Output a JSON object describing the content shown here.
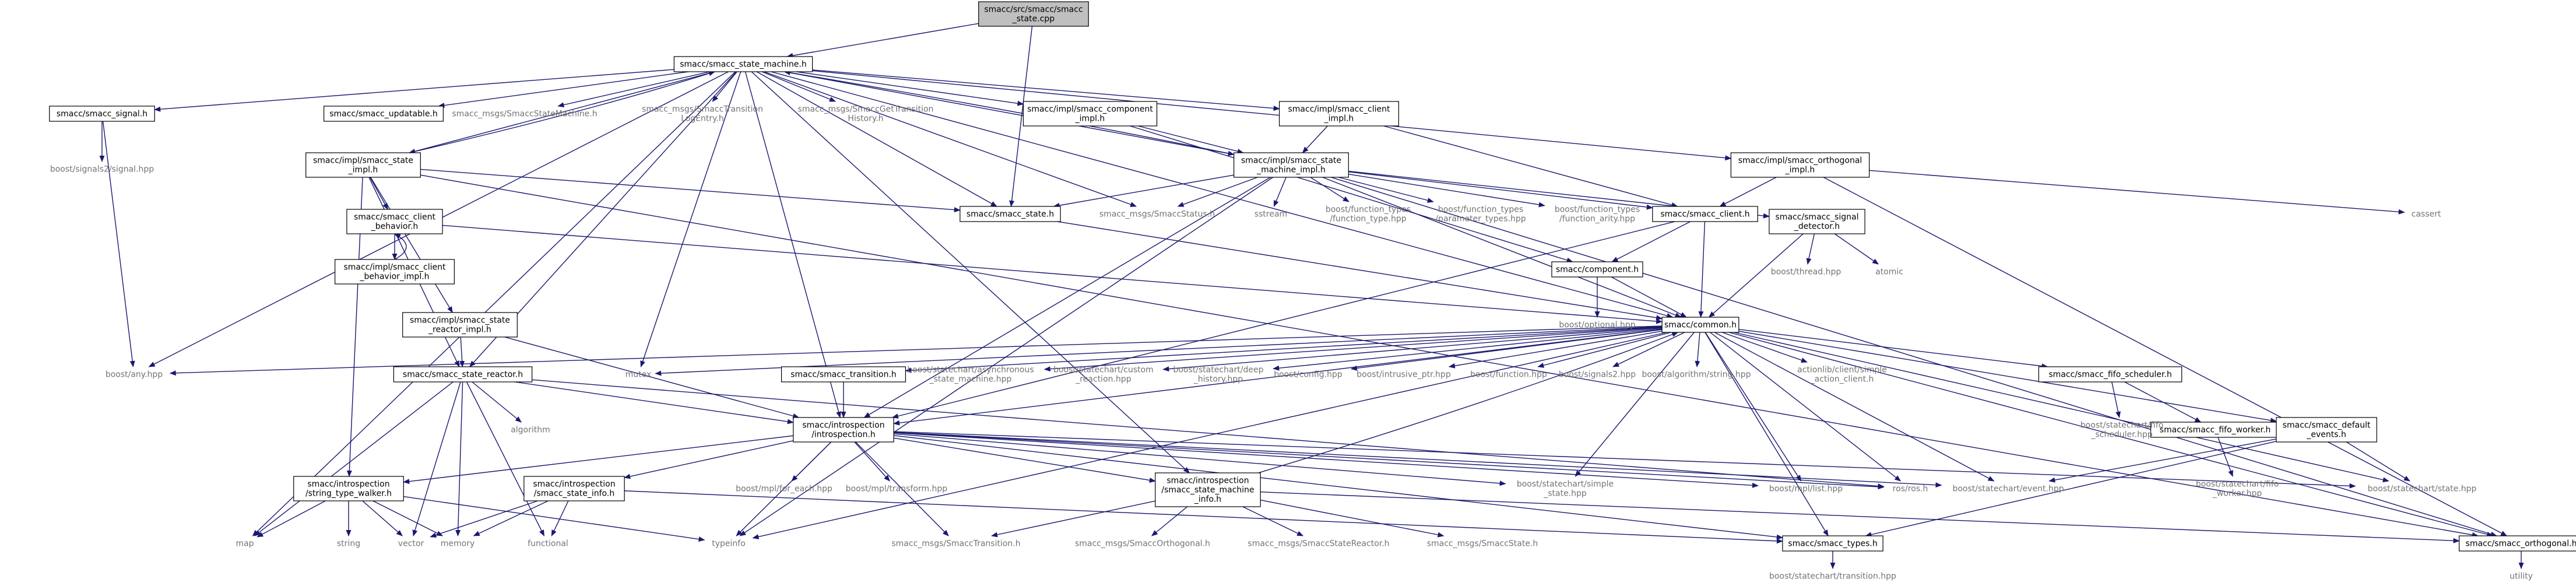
{
  "colors": {
    "edge": "#191970",
    "box_border": "#000000",
    "focus_fill": "#bfbfbf",
    "missing_text": "#737373"
  },
  "nodes": {
    "root": {
      "lines": [
        "smacc/src/smacc/smacc",
        "_state.cpp"
      ],
      "kind": "focus"
    },
    "state_machine_h": {
      "lines": [
        "smacc/smacc_state_machine.h"
      ],
      "kind": "file"
    },
    "smacc_signal_h": {
      "lines": [
        "smacc/smacc_signal.h"
      ],
      "kind": "file"
    },
    "smacc_updatable_h": {
      "lines": [
        "smacc/smacc_updatable.h"
      ],
      "kind": "file"
    },
    "msg_statemachine": {
      "lines": [
        "smacc_msgs/SmaccStateMachine.h"
      ],
      "kind": "missing"
    },
    "msg_translog": {
      "lines": [
        "smacc_msgs/SmaccTransition",
        "LogEntry.h"
      ],
      "kind": "missing"
    },
    "msg_gettrans": {
      "lines": [
        "smacc_msgs/SmaccGetTransition",
        "History.h"
      ],
      "kind": "missing"
    },
    "impl_component": {
      "lines": [
        "smacc/impl/smacc_component",
        "_impl.h"
      ],
      "kind": "file"
    },
    "impl_client": {
      "lines": [
        "smacc/impl/smacc_client",
        "_impl.h"
      ],
      "kind": "file"
    },
    "impl_orthogonal": {
      "lines": [
        "smacc/impl/smacc_orthogonal",
        "_impl.h"
      ],
      "kind": "file"
    },
    "cassert": {
      "lines": [
        "cassert"
      ],
      "kind": "missing"
    },
    "signals2_signal": {
      "lines": [
        "boost/signals2/signal.hpp"
      ],
      "kind": "missing"
    },
    "impl_state": {
      "lines": [
        "smacc/impl/smacc_state",
        "_impl.h"
      ],
      "kind": "file"
    },
    "impl_sm": {
      "lines": [
        "smacc/impl/smacc_state",
        "_machine_impl.h"
      ],
      "kind": "file"
    },
    "client_behavior_h": {
      "lines": [
        "smacc/smacc_client",
        "_behavior.h"
      ],
      "kind": "file"
    },
    "smacc_state_h": {
      "lines": [
        "smacc/smacc_state.h"
      ],
      "kind": "file"
    },
    "msg_status": {
      "lines": [
        "smacc_msgs/SmaccStatus.h"
      ],
      "kind": "missing"
    },
    "sstream": {
      "lines": [
        "sstream"
      ],
      "kind": "missing"
    },
    "ft_function_type": {
      "lines": [
        "boost/function_types",
        "/function_type.hpp"
      ],
      "kind": "missing"
    },
    "ft_param_types": {
      "lines": [
        "boost/function_types",
        "/parameter_types.hpp"
      ],
      "kind": "missing"
    },
    "ft_arity": {
      "lines": [
        "boost/function_types",
        "/function_arity.hpp"
      ],
      "kind": "missing"
    },
    "smacc_client_h": {
      "lines": [
        "smacc/smacc_client.h"
      ],
      "kind": "file"
    },
    "signal_detector_h": {
      "lines": [
        "smacc/smacc_signal",
        "_detector.h"
      ],
      "kind": "file"
    },
    "impl_cb": {
      "lines": [
        "smacc/impl/smacc_client",
        "_behavior_impl.h"
      ],
      "kind": "file"
    },
    "component_h": {
      "lines": [
        "smacc/component.h"
      ],
      "kind": "file"
    },
    "thread_hpp": {
      "lines": [
        "boost/thread.hpp"
      ],
      "kind": "missing"
    },
    "atomic": {
      "lines": [
        "atomic"
      ],
      "kind": "missing"
    },
    "impl_reactor": {
      "lines": [
        "smacc/impl/smacc_state",
        "_reactor_impl.h"
      ],
      "kind": "file"
    },
    "optional_hpp": {
      "lines": [
        "boost/optional.hpp"
      ],
      "kind": "missing"
    },
    "common_h": {
      "lines": [
        "smacc/common.h"
      ],
      "kind": "file"
    },
    "any_hpp": {
      "lines": [
        "boost/any.hpp"
      ],
      "kind": "missing"
    },
    "reactor_h": {
      "lines": [
        "smacc/smacc_state_reactor.h"
      ],
      "kind": "file"
    },
    "mutex": {
      "lines": [
        "mutex"
      ],
      "kind": "missing"
    },
    "transition_h": {
      "lines": [
        "smacc/smacc_transition.h"
      ],
      "kind": "file"
    },
    "async_sm": {
      "lines": [
        "boost/statechart/asynchronous",
        "_state_machine.hpp"
      ],
      "kind": "missing"
    },
    "custom_reaction": {
      "lines": [
        "boost/statechart/custom",
        "_reaction.hpp"
      ],
      "kind": "missing"
    },
    "deep_history": {
      "lines": [
        "boost/statechart/deep",
        "_history.hpp"
      ],
      "kind": "missing"
    },
    "config_hpp": {
      "lines": [
        "boost/config.hpp"
      ],
      "kind": "missing"
    },
    "intrusive_ptr": {
      "lines": [
        "boost/intrusive_ptr.hpp"
      ],
      "kind": "missing"
    },
    "function_hpp": {
      "lines": [
        "boost/function.hpp"
      ],
      "kind": "missing"
    },
    "signals2_hpp": {
      "lines": [
        "boost/signals2.hpp"
      ],
      "kind": "missing"
    },
    "algorithm_string": {
      "lines": [
        "boost/algorithm/string.hpp"
      ],
      "kind": "missing"
    },
    "simple_action_client": {
      "lines": [
        "actionlib/client/simple",
        "_action_client.h"
      ],
      "kind": "missing"
    },
    "fifo_scheduler_h": {
      "lines": [
        "smacc/smacc_fifo_scheduler.h"
      ],
      "kind": "file"
    },
    "algorithm": {
      "lines": [
        "algorithm"
      ],
      "kind": "missing"
    },
    "introspection_h": {
      "lines": [
        "smacc/introspection",
        "/introspection.h"
      ],
      "kind": "file"
    },
    "fifo_worker_h": {
      "lines": [
        "smacc/smacc_fifo_worker.h"
      ],
      "kind": "file"
    },
    "default_events_h": {
      "lines": [
        "smacc/smacc_default",
        "_events.h"
      ],
      "kind": "file"
    },
    "sc_fifo_scheduler": {
      "lines": [
        "boost/statechart/fifo",
        "_scheduler.hpp"
      ],
      "kind": "missing"
    },
    "string_type_walker": {
      "lines": [
        "smacc/introspection",
        "/string_type_walker.h"
      ],
      "kind": "file"
    },
    "state_info_h": {
      "lines": [
        "smacc/introspection",
        "/smacc_state_info.h"
      ],
      "kind": "file"
    },
    "mpl_for_each": {
      "lines": [
        "boost/mpl/for_each.hpp"
      ],
      "kind": "missing"
    },
    "mpl_transform": {
      "lines": [
        "boost/mpl/transform.hpp"
      ],
      "kind": "missing"
    },
    "sm_info_h": {
      "lines": [
        "smacc/introspection",
        "/smacc_state_machine",
        "_info.h"
      ],
      "kind": "file"
    },
    "simple_state": {
      "lines": [
        "boost/statechart/simple",
        "_state.hpp"
      ],
      "kind": "missing"
    },
    "mpl_list": {
      "lines": [
        "boost/mpl/list.hpp"
      ],
      "kind": "missing"
    },
    "ros_h": {
      "lines": [
        "ros/ros.h"
      ],
      "kind": "missing"
    },
    "event_hpp": {
      "lines": [
        "boost/statechart/event.hpp"
      ],
      "kind": "missing"
    },
    "sc_fifo_worker": {
      "lines": [
        "boost/statechart/fifo",
        "_worker.hpp"
      ],
      "kind": "missing"
    },
    "state_hpp": {
      "lines": [
        "boost/statechart/state.hpp"
      ],
      "kind": "missing"
    },
    "map": {
      "lines": [
        "map"
      ],
      "kind": "missing"
    },
    "string": {
      "lines": [
        "string"
      ],
      "kind": "missing"
    },
    "vector": {
      "lines": [
        "vector"
      ],
      "kind": "missing"
    },
    "memory": {
      "lines": [
        "memory"
      ],
      "kind": "missing"
    },
    "functional": {
      "lines": [
        "functional"
      ],
      "kind": "missing"
    },
    "typeinfo": {
      "lines": [
        "typeinfo"
      ],
      "kind": "missing"
    },
    "msg_transition": {
      "lines": [
        "smacc_msgs/SmaccTransition.h"
      ],
      "kind": "missing"
    },
    "msg_orthogonal": {
      "lines": [
        "smacc_msgs/SmaccOrthogonal.h"
      ],
      "kind": "missing"
    },
    "msg_reactor": {
      "lines": [
        "smacc_msgs/SmaccStateReactor.h"
      ],
      "kind": "missing"
    },
    "msg_state": {
      "lines": [
        "smacc_msgs/SmaccState.h"
      ],
      "kind": "missing"
    },
    "types_h": {
      "lines": [
        "smacc/smacc_types.h"
      ],
      "kind": "file"
    },
    "orthogonal_h": {
      "lines": [
        "smacc/smacc_orthogonal.h"
      ],
      "kind": "file"
    },
    "transition_hpp": {
      "lines": [
        "boost/statechart/transition.hpp"
      ],
      "kind": "missing"
    },
    "utility": {
      "lines": [
        "utility"
      ],
      "kind": "missing"
    }
  },
  "edges": [
    [
      "root",
      "state_machine_h"
    ],
    [
      "root",
      "smacc_state_h"
    ],
    [
      "state_machine_h",
      "smacc_signal_h"
    ],
    [
      "state_machine_h",
      "smacc_updatable_h"
    ],
    [
      "state_machine_h",
      "msg_statemachine"
    ],
    [
      "state_machine_h",
      "msg_translog"
    ],
    [
      "state_machine_h",
      "msg_gettrans"
    ],
    [
      "state_machine_h",
      "impl_component"
    ],
    [
      "state_machine_h",
      "impl_client"
    ],
    [
      "state_machine_h",
      "impl_orthogonal"
    ],
    [
      "state_machine_h",
      "impl_state"
    ],
    [
      "state_machine_h",
      "impl_sm"
    ],
    [
      "state_machine_h",
      "smacc_state_h"
    ],
    [
      "state_machine_h",
      "msg_status"
    ],
    [
      "state_machine_h",
      "common_h"
    ],
    [
      "state_machine_h",
      "any_hpp"
    ],
    [
      "state_machine_h",
      "reactor_h"
    ],
    [
      "state_machine_h",
      "mutex"
    ],
    [
      "state_machine_h",
      "map"
    ],
    [
      "state_machine_h",
      "introspection_h"
    ],
    [
      "state_machine_h",
      "sm_info_h"
    ],
    [
      "smacc_signal_h",
      "signals2_signal"
    ],
    [
      "smacc_signal_h",
      "any_hpp"
    ],
    [
      "impl_component",
      "impl_sm"
    ],
    [
      "impl_component",
      "component_h"
    ],
    [
      "impl_client",
      "impl_sm"
    ],
    [
      "impl_client",
      "smacc_client_h"
    ],
    [
      "impl_orthogonal",
      "smacc_client_h"
    ],
    [
      "impl_orthogonal",
      "orthogonal_h"
    ],
    [
      "impl_orthogonal",
      "cassert"
    ],
    [
      "impl_state",
      "state_machine_h"
    ],
    [
      "impl_state",
      "smacc_state_h"
    ],
    [
      "impl_state",
      "client_behavior_h"
    ],
    [
      "impl_state",
      "impl_reactor"
    ],
    [
      "impl_state",
      "reactor_h"
    ],
    [
      "impl_state",
      "string_type_walker"
    ],
    [
      "impl_state",
      "orthogonal_h"
    ],
    [
      "impl_sm",
      "state_machine_h"
    ],
    [
      "impl_sm",
      "smacc_state_h"
    ],
    [
      "impl_sm",
      "msg_status"
    ],
    [
      "impl_sm",
      "sstream"
    ],
    [
      "impl_sm",
      "ft_function_type"
    ],
    [
      "impl_sm",
      "ft_param_types"
    ],
    [
      "impl_sm",
      "ft_arity"
    ],
    [
      "impl_sm",
      "smacc_client_h"
    ],
    [
      "impl_sm",
      "signal_detector_h"
    ],
    [
      "impl_sm",
      "introspection_h"
    ],
    [
      "impl_sm",
      "typeinfo"
    ],
    [
      "impl_sm",
      "orthogonal_h"
    ],
    [
      "impl_sm",
      "common_h"
    ],
    [
      "client_behavior_h",
      "impl_cb"
    ],
    [
      "client_behavior_h",
      "common_h"
    ],
    [
      "impl_cb",
      "client_behavior_h"
    ],
    [
      "smacc_client_h",
      "component_h"
    ],
    [
      "smacc_client_h",
      "common_h"
    ],
    [
      "smacc_client_h",
      "introspection_h"
    ],
    [
      "signal_detector_h",
      "thread_hpp"
    ],
    [
      "signal_detector_h",
      "atomic"
    ],
    [
      "signal_detector_h",
      "common_h"
    ],
    [
      "component_h",
      "common_h"
    ],
    [
      "component_h",
      "optional_hpp"
    ],
    [
      "impl_reactor",
      "reactor_h"
    ],
    [
      "impl_reactor",
      "introspection_h"
    ],
    [
      "smacc_state_h",
      "common_h"
    ],
    [
      "common_h",
      "any_hpp"
    ],
    [
      "common_h",
      "mutex"
    ],
    [
      "common_h",
      "transition_h"
    ],
    [
      "common_h",
      "async_sm"
    ],
    [
      "common_h",
      "custom_reaction"
    ],
    [
      "common_h",
      "deep_history"
    ],
    [
      "common_h",
      "config_hpp"
    ],
    [
      "common_h",
      "intrusive_ptr"
    ],
    [
      "common_h",
      "function_hpp"
    ],
    [
      "common_h",
      "signals2_hpp"
    ],
    [
      "common_h",
      "algorithm_string"
    ],
    [
      "common_h",
      "simple_action_client"
    ],
    [
      "common_h",
      "fifo_scheduler_h"
    ],
    [
      "common_h",
      "default_events_h"
    ],
    [
      "common_h",
      "introspection_h"
    ],
    [
      "common_h",
      "typeinfo"
    ],
    [
      "common_h",
      "ros_h"
    ],
    [
      "common_h",
      "event_hpp"
    ],
    [
      "common_h",
      "state_hpp"
    ],
    [
      "common_h",
      "simple_state"
    ],
    [
      "common_h",
      "mpl_list"
    ],
    [
      "common_h",
      "types_h"
    ],
    [
      "common_h",
      "orthogonal_h"
    ],
    [
      "transition_h",
      "introspection_h"
    ],
    [
      "fifo_scheduler_h",
      "fifo_worker_h"
    ],
    [
      "fifo_scheduler_h",
      "sc_fifo_scheduler"
    ],
    [
      "fifo_worker_h",
      "sc_fifo_worker"
    ],
    [
      "default_events_h",
      "event_hpp"
    ],
    [
      "default_events_h",
      "state_hpp"
    ],
    [
      "default_events_h",
      "types_h"
    ],
    [
      "reactor_h",
      "algorithm"
    ],
    [
      "reactor_h",
      "introspection_h"
    ],
    [
      "reactor_h",
      "map"
    ],
    [
      "reactor_h",
      "vector"
    ],
    [
      "reactor_h",
      "memory"
    ],
    [
      "reactor_h",
      "functional"
    ],
    [
      "reactor_h",
      "ros_h"
    ],
    [
      "introspection_h",
      "string_type_walker"
    ],
    [
      "introspection_h",
      "state_info_h"
    ],
    [
      "introspection_h",
      "mpl_for_each"
    ],
    [
      "introspection_h",
      "mpl_transform"
    ],
    [
      "introspection_h",
      "sm_info_h"
    ],
    [
      "introspection_h",
      "simple_state"
    ],
    [
      "introspection_h",
      "mpl_list"
    ],
    [
      "introspection_h",
      "ros_h"
    ],
    [
      "introspection_h",
      "event_hpp"
    ],
    [
      "introspection_h",
      "state_hpp"
    ],
    [
      "introspection_h",
      "msg_transition"
    ],
    [
      "introspection_h",
      "typeinfo"
    ],
    [
      "introspection_h",
      "types_h"
    ],
    [
      "string_type_walker",
      "map"
    ],
    [
      "string_type_walker",
      "string"
    ],
    [
      "string_type_walker",
      "vector"
    ],
    [
      "string_type_walker",
      "memory"
    ],
    [
      "string_type_walker",
      "typeinfo"
    ],
    [
      "state_info_h",
      "memory"
    ],
    [
      "state_info_h",
      "vector"
    ],
    [
      "state_info_h",
      "functional"
    ],
    [
      "state_info_h",
      "types_h"
    ],
    [
      "sm_info_h",
      "common_h"
    ],
    [
      "sm_info_h",
      "msg_transition"
    ],
    [
      "sm_info_h",
      "msg_orthogonal"
    ],
    [
      "sm_info_h",
      "msg_reactor"
    ],
    [
      "sm_info_h",
      "msg_state"
    ],
    [
      "sm_info_h",
      "orthogonal_h"
    ],
    [
      "types_h",
      "transition_hpp"
    ],
    [
      "orthogonal_h",
      "utility"
    ]
  ]
}
